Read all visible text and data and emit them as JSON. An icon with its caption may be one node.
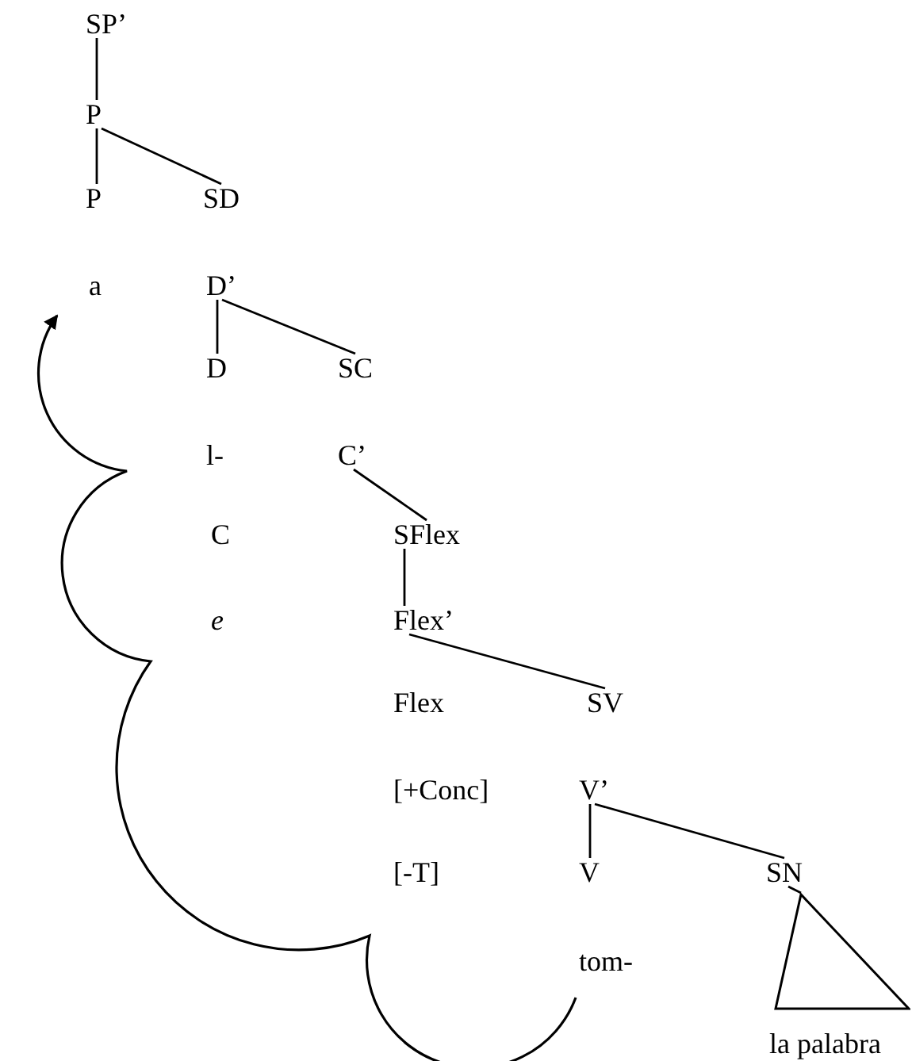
{
  "diagram": {
    "nodes": [
      {
        "text": [
          "SP’"
        ]
      },
      {
        "text": [
          "P"
        ]
      },
      {
        "text": [
          "P"
        ]
      },
      {
        "text": [
          "SD"
        ]
      },
      {
        "text": [
          "a"
        ]
      },
      {
        "text": [
          "D’"
        ]
      },
      {
        "text": [
          "D"
        ]
      },
      {
        "text": [
          "SC"
        ]
      },
      {
        "text": [
          "l-"
        ]
      },
      {
        "text": [
          "C’"
        ]
      },
      {
        "text": [
          "C"
        ]
      },
      {
        "text": [
          "SFlex"
        ]
      },
      {
        "text": [
          "*e*"
        ]
      },
      {
        "text": [
          "Flex’"
        ]
      },
      {
        "text": [
          "Flex"
        ]
      },
      {
        "text": [
          "SV"
        ]
      },
      {
        "text": [
          "[+Conc]"
        ]
      },
      {
        "text": [
          "V’"
        ]
      },
      {
        "text": [
          "[-T]"
        ]
      },
      {
        "text": [
          "V"
        ]
      },
      {
        "text": [
          "SN"
        ]
      },
      {
        "text": [
          "tom-"
        ]
      },
      {
        "text": [],
        "shape": "triangle"
      },
      {
        "text": [
          "la palabra"
        ]
      }
    ],
    "edges": [
      {
        "from": 0,
        "to": 1,
        "arrow": "none"
      },
      {
        "from": 1,
        "to": 2,
        "arrow": "none"
      },
      {
        "from": 1,
        "to": 3,
        "arrow": "none"
      },
      {
        "from": 5,
        "to": 6,
        "arrow": "none"
      },
      {
        "from": 5,
        "to": 7,
        "arrow": "none"
      },
      {
        "from": 9,
        "to": 11,
        "arrow": "none"
      },
      {
        "from": 11,
        "to": 13,
        "arrow": "none"
      },
      {
        "from": 13,
        "to": 15,
        "arrow": "none"
      },
      {
        "from": 17,
        "to": 19,
        "arrow": "none"
      },
      {
        "from": 17,
        "to": 20,
        "arrow": "none"
      },
      {
        "from": 20,
        "to": 22,
        "arrow": "none"
      },
      {
        "from": 21,
        "to": 4,
        "arrow": "to"
      }
    ]
  }
}
